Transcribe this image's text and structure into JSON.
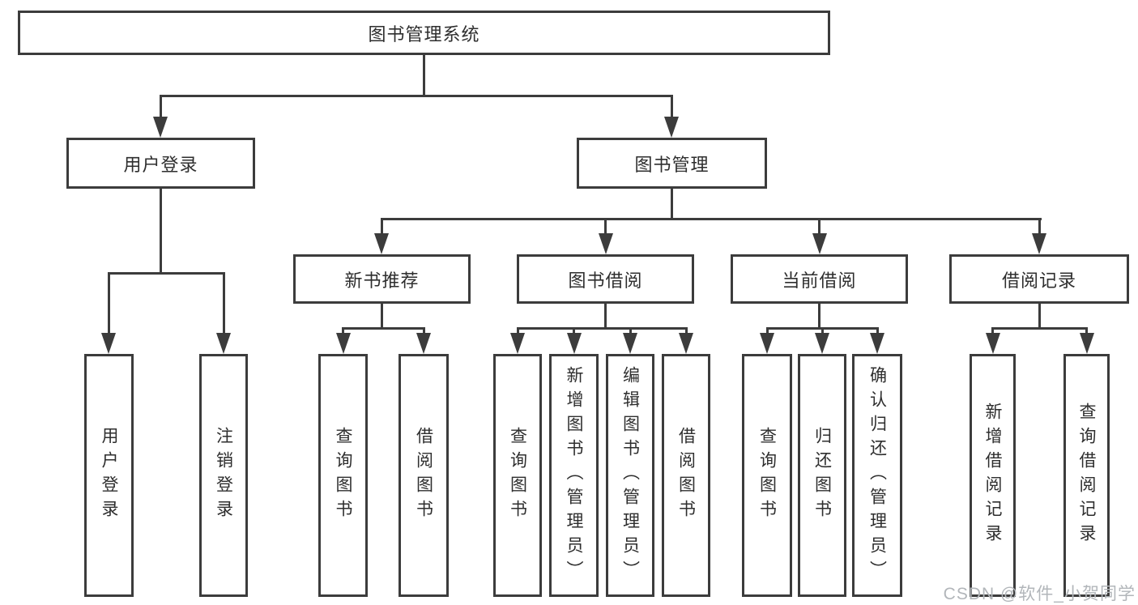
{
  "nodes": {
    "root": "图书管理系统",
    "user_login": "用户登录",
    "book_mgmt": "图书管理",
    "new_book_rec": "新书推荐",
    "book_borrow": "图书借阅",
    "current_borrow": "当前借阅",
    "borrow_record": "借阅记录",
    "ul_login": "用户登录",
    "ul_logout": "注销登录",
    "nb_query": "查询图书",
    "nb_borrow": "借阅图书",
    "bb_query": "查询图书",
    "bb_add": "新增图书（管理员）",
    "bb_edit": "编辑图书（管理员）",
    "bb_borrow": "借阅图书",
    "cb_query": "查询图书",
    "cb_return": "归还图书",
    "cb_confirm": "确认归还（管理员）",
    "br_add": "新增借阅记录",
    "br_query": "查询借阅记录"
  },
  "structure": {
    "root": [
      "user_login",
      "book_mgmt"
    ],
    "user_login": [
      "ul_login",
      "ul_logout"
    ],
    "book_mgmt": [
      "new_book_rec",
      "book_borrow",
      "current_borrow",
      "borrow_record"
    ],
    "new_book_rec": [
      "nb_query",
      "nb_borrow"
    ],
    "book_borrow": [
      "bb_query",
      "bb_add",
      "bb_edit",
      "bb_borrow"
    ],
    "current_borrow": [
      "cb_query",
      "cb_return",
      "cb_confirm"
    ],
    "borrow_record": [
      "br_add",
      "br_query"
    ]
  },
  "watermark": "CSDN @软件_小贺同学",
  "colors": {
    "line": "#3c3c3c",
    "text": "#2e2e2e",
    "box_fill": "#ffffff",
    "watermark": "#b2b6ba",
    "background": "#ffffff"
  }
}
